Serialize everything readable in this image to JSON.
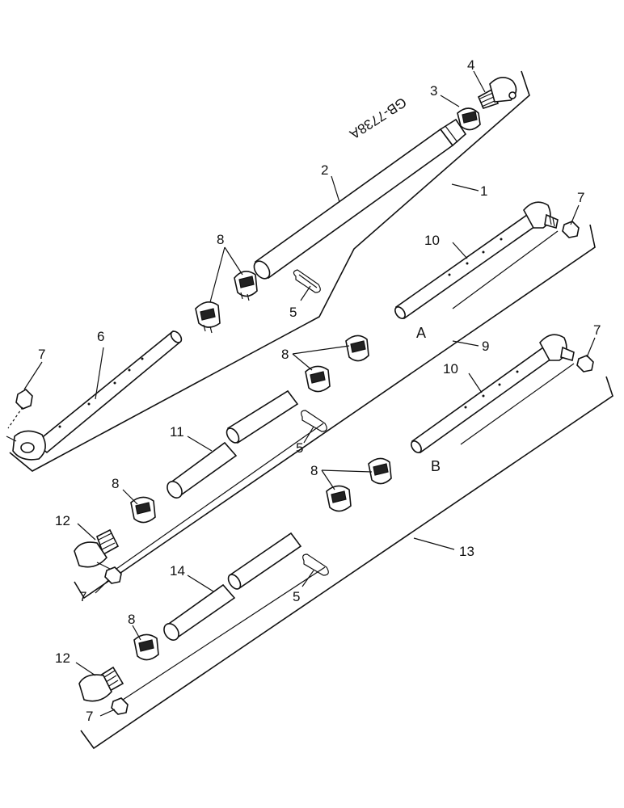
{
  "diagram": {
    "reference_code": "GB-7738A",
    "group_labels": {
      "a": "A",
      "b": "B"
    },
    "callouts": {
      "c1": "1",
      "c2": "2",
      "c3": "3",
      "c4": "4",
      "c5a": "5",
      "c5b": "5",
      "c5c": "5",
      "c6": "6",
      "c7a": "7",
      "c7b": "7",
      "c7c": "7",
      "c7d": "7",
      "c7e": "7",
      "c8a": "8",
      "c8b": "8",
      "c8c": "8",
      "c8d": "8",
      "c8e": "8",
      "c9": "9",
      "c10a": "10",
      "c10b": "10",
      "c11": "11",
      "c12a": "12",
      "c12b": "12",
      "c13": "13",
      "c14": "14"
    }
  }
}
